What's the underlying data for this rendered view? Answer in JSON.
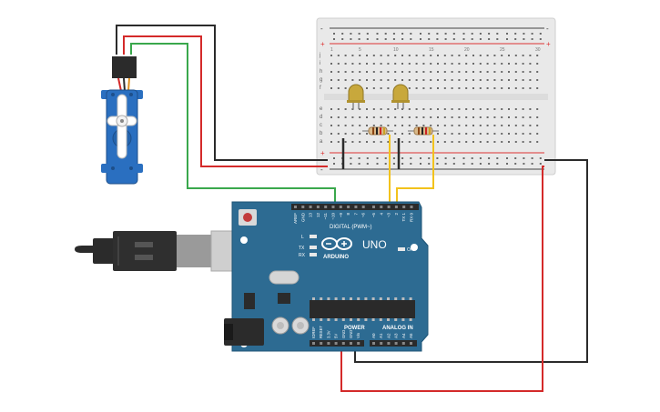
{
  "arduino": {
    "brand": "ARDUINO",
    "model": "UNO",
    "digital_label": "DIGITAL (PWM~)",
    "power_label": "POWER",
    "analog_label": "ANALOG IN",
    "on_label": "ON",
    "led_l": "L",
    "led_tx": "TX",
    "led_rx": "RX",
    "analog_pins": [
      "A0",
      "A1",
      "A2",
      "A3",
      "A4",
      "A5"
    ],
    "power_pins": [
      "IOREF",
      "RESET",
      "3.3V",
      "5V",
      "GND",
      "GND",
      "Vin"
    ],
    "digital_pins": [
      "AREF",
      "GND",
      "13",
      "12",
      "~11",
      "~10",
      "~9",
      "8",
      "7",
      "~6",
      "~5",
      "4",
      "~3",
      "2",
      "TX 1",
      "RX 0"
    ]
  },
  "breadboard": {
    "top_row_letters": [
      "j",
      "i",
      "h",
      "g",
      "f"
    ],
    "bottom_row_letters": [
      "e",
      "d",
      "c",
      "b",
      "a"
    ],
    "column_numbers": [
      "1",
      "5",
      "10",
      "15",
      "20",
      "25",
      "30"
    ],
    "rail_plus": "+",
    "rail_minus": "-"
  },
  "colors": {
    "arduino_board": "#2d6b92",
    "wire_red": "#d42a2a",
    "wire_black": "#2b2b2b",
    "wire_green": "#3aa84c",
    "wire_yellow": "#f2c21c",
    "servo_body": "#2a6fc0",
    "led_body": "#c8a83c"
  }
}
